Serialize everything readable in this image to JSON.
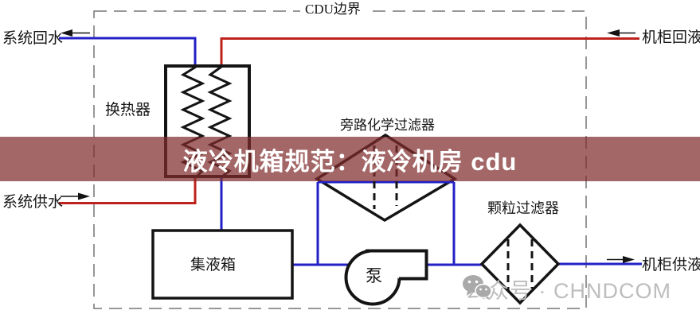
{
  "title_overlay": {
    "text": "液冷机箱规范：液冷机房 cdu",
    "bg": "rgba(127,45,44,0.72)",
    "text_color": "#ffffff"
  },
  "boundary": {
    "label": "CDU边界"
  },
  "ports": {
    "system_return": {
      "label": "系统回水",
      "flow_direction": "left"
    },
    "system_supply": {
      "label": "系统供水",
      "flow_direction": "right"
    },
    "cabinet_return": {
      "label": "机柜回液",
      "flow_direction": "left"
    },
    "cabinet_supply": {
      "label": "机柜供液",
      "flow_direction": "right"
    }
  },
  "components": {
    "heat_exchanger": {
      "label": "换热器"
    },
    "bypass_filter": {
      "label": "旁路化学过滤器"
    },
    "reservoir_tank": {
      "label": "集液箱"
    },
    "pump": {
      "label": "泵"
    },
    "particle_filter": {
      "label": "颗粒过滤器"
    }
  },
  "watermark": {
    "text": "公众号 · CHNDCOM",
    "icon": "wechat-icon"
  },
  "colors": {
    "supply_blue": "#2320c6",
    "return_red": "#bd221d",
    "outline_black": "#141414",
    "boundary_gray": "#757575",
    "watermark_gray": "#bdbdbd"
  }
}
